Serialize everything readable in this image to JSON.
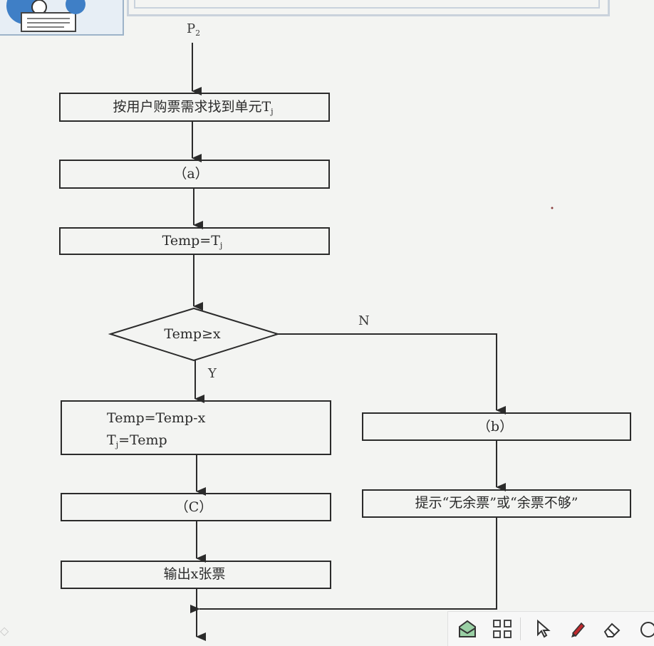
{
  "flowchart": {
    "entry_label": "P",
    "entry_sub": "2",
    "step_find": "按用户购票需求找到单元T",
    "step_find_sub": "j",
    "step_a": "（a）",
    "step_temp": "Temp=T",
    "step_temp_sub": "j",
    "decision": "Temp≥x",
    "branch_no": "N",
    "branch_yes": "Y",
    "update_line1": "Temp=Temp-x",
    "update_line2_pre": "T",
    "update_line2_sub": "j",
    "update_line2_post": "=Temp",
    "step_c": "（C）",
    "step_output": "输出x张票",
    "step_b": "（b）",
    "step_notice": "提示“无余票”或“余票不够”"
  },
  "toolbar": {
    "icons": [
      "inbox-icon",
      "grid-icon",
      "pointer-icon",
      "pen-icon",
      "eraser-icon",
      "circle-icon"
    ],
    "pen_color": "#c0282d"
  },
  "colors": {
    "background": "#f3f4f2",
    "line": "#2b2b2b",
    "logo_blue": "#3f7fc6"
  }
}
